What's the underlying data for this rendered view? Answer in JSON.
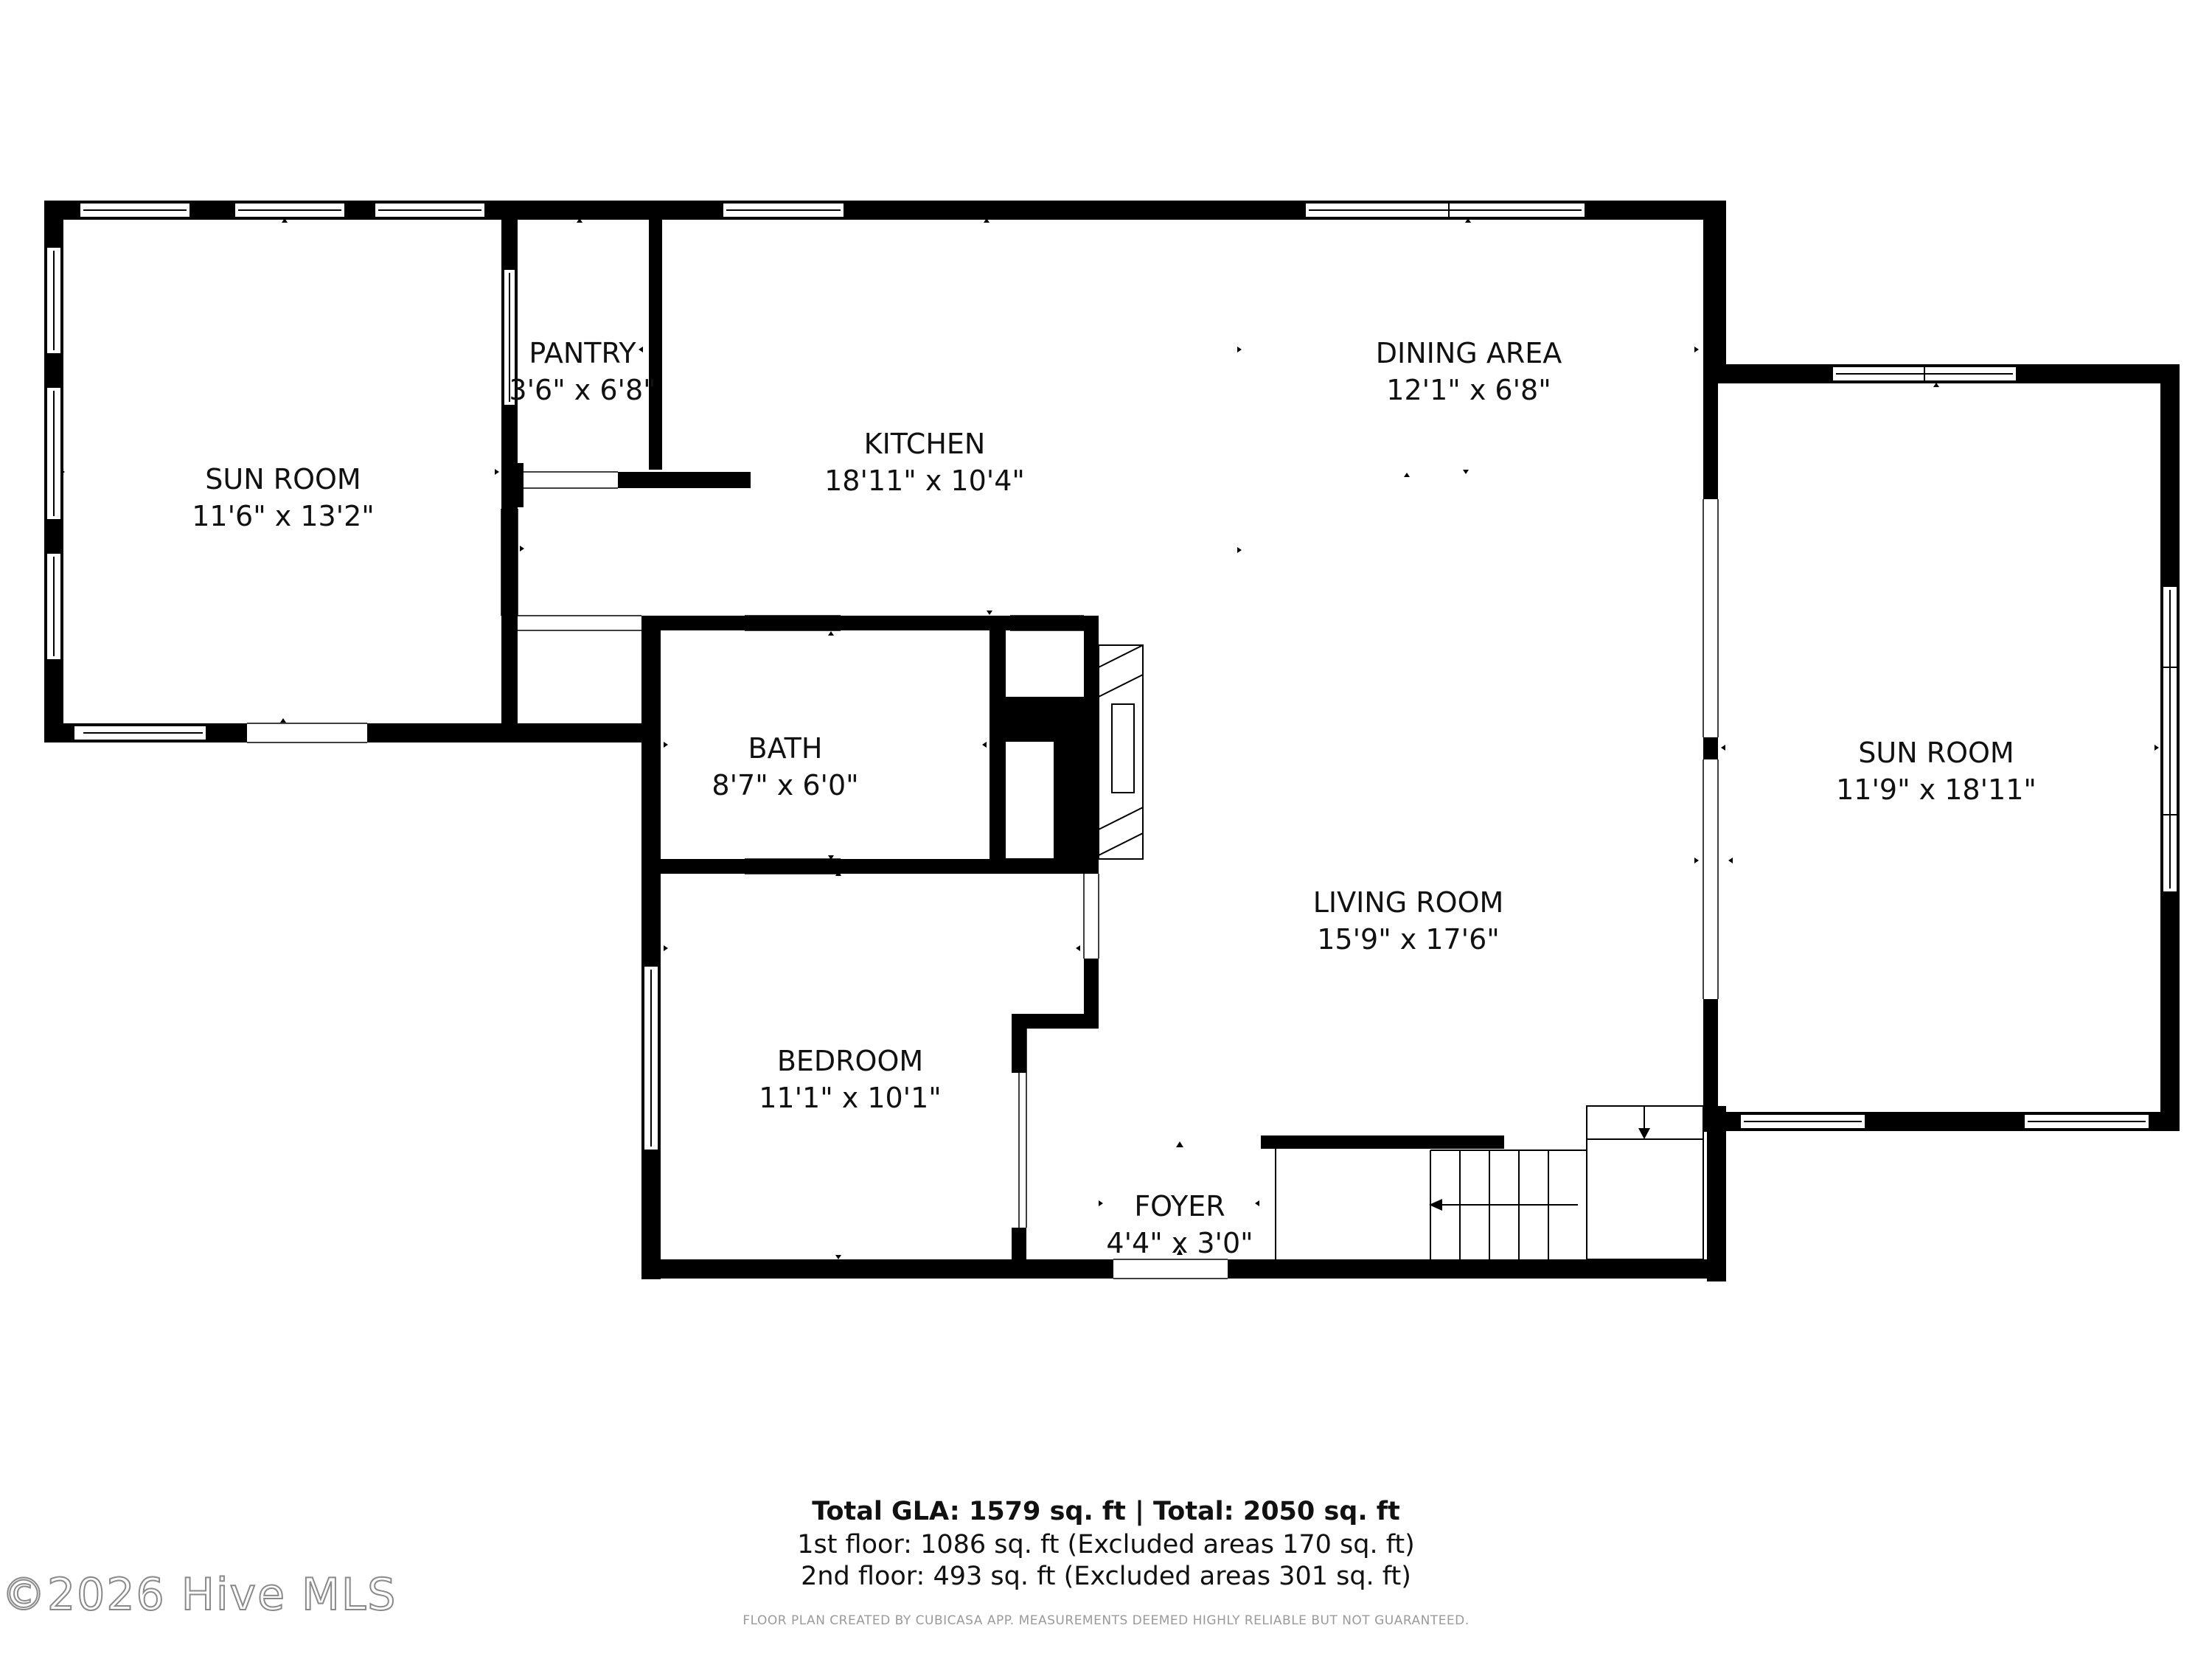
{
  "rooms": {
    "sun_room_west": {
      "name": "SUN ROOM",
      "size": "11'6\" x 13'2\""
    },
    "pantry": {
      "name": "PANTRY",
      "size": "3'6\" x 6'8\""
    },
    "kitchen": {
      "name": "KITCHEN",
      "size": "18'11\" x 10'4\""
    },
    "dining_area": {
      "name": "DINING AREA",
      "size": "12'1\" x 6'8\""
    },
    "sun_room_east": {
      "name": "SUN ROOM",
      "size": "11'9\" x 18'11\""
    },
    "bath": {
      "name": "BATH",
      "size": "8'7\" x 6'0\""
    },
    "living_room": {
      "name": "LIVING ROOM",
      "size": "15'9\" x 17'6\""
    },
    "bedroom": {
      "name": "BEDROOM",
      "size": "11'1\" x 10'1\""
    },
    "foyer": {
      "name": "FOYER",
      "size": "4'4\" x 3'0\""
    }
  },
  "summary": {
    "total": "Total GLA: 1579 sq. ft | Total: 2050 sq. ft",
    "first_floor": "1st floor: 1086 sq. ft (Excluded areas 170 sq. ft)",
    "second_floor": "2nd floor: 493 sq. ft (Excluded areas 301 sq. ft)",
    "disclaimer": "FLOOR PLAN CREATED BY CUBICASA APP. MEASUREMENTS DEEMED HIGHLY RELIABLE BUT NOT GUARANTEED."
  },
  "watermark": "©2026 Hive MLS",
  "colors": {
    "wall": "#000000",
    "window": "#ffffff",
    "text": "#111111"
  }
}
